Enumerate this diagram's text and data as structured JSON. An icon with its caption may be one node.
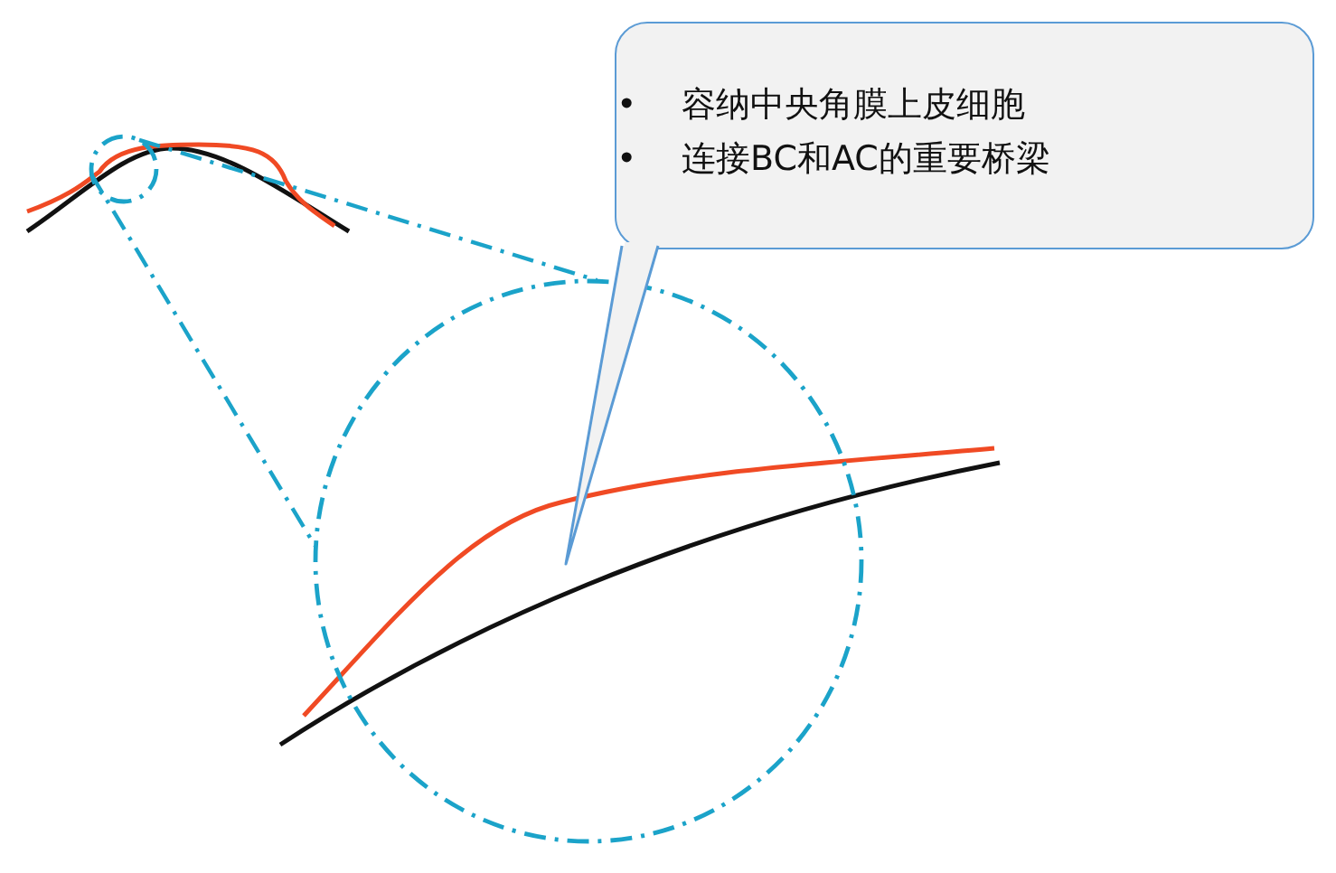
{
  "diagram": {
    "nodes": [
      {
        "text": [
          "•",
          "容纳中央角膜上皮细胞",
          "•",
          "连接BC和AC的重要桥梁"
        ]
      },
      {
        "text": [],
        "shape": "circle"
      },
      {
        "text": [],
        "shape": "circle"
      }
    ],
    "edges": [
      {
        "from": 1,
        "to": 2,
        "arrow": "none",
        "style": "dashed",
        "color": "#1ba3c9"
      },
      {
        "from": 1,
        "to": 2,
        "arrow": "none",
        "style": "dashed",
        "color": "#1ba3c9"
      }
    ]
  }
}
